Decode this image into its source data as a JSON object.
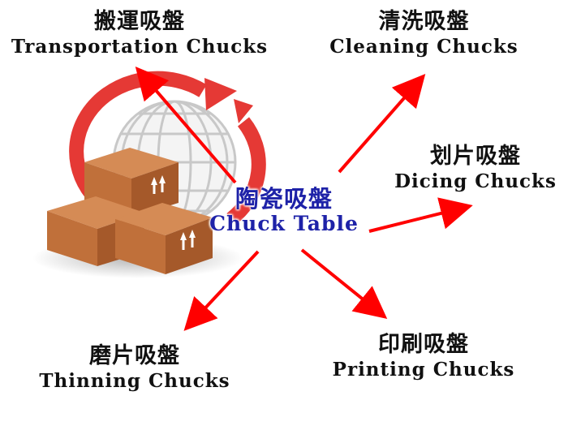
{
  "center": {
    "zh": "陶瓷吸盤",
    "en": "Chuck Table"
  },
  "nodes": [
    {
      "id": "transportation",
      "zh": "搬運吸盤",
      "en": "Transportation Chucks"
    },
    {
      "id": "cleaning",
      "zh": "清洗吸盤",
      "en": "Cleaning Chucks"
    },
    {
      "id": "dicing",
      "zh": "划片吸盤",
      "en": "Dicing Chucks"
    },
    {
      "id": "thinning",
      "zh": "磨片吸盤",
      "en": "Thinning Chucks"
    },
    {
      "id": "printing",
      "zh": "印刷吸盤",
      "en": "Printing Chucks"
    }
  ],
  "colors": {
    "arrow": "#ff0000",
    "center_text": "#1e22a8",
    "box_front": "#c0703a",
    "box_side": "#a5592a",
    "box_top": "#d58b55",
    "cycle_arrow": "#e53935",
    "globe": "#c8c8c8"
  },
  "icons": [
    "globe-icon",
    "cycle-arrow-icon",
    "box-stack-icon"
  ]
}
